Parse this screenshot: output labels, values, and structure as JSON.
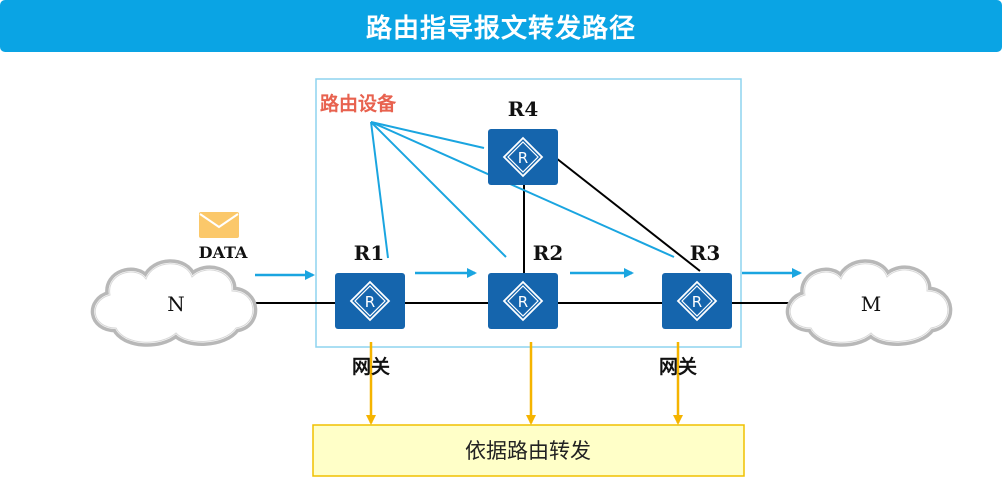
{
  "title": "路由指导报文转发路径",
  "labels": {
    "device_group": "路由设备",
    "data": "DATA",
    "gateway_left": "网关",
    "gateway_right": "网关",
    "forward_box": "依据路由转发"
  },
  "networks": {
    "left": "N",
    "right": "M"
  },
  "routers": {
    "r1": {
      "name": "R1",
      "symbol": "R"
    },
    "r2": {
      "name": "R2",
      "symbol": "R"
    },
    "r3": {
      "name": "R3",
      "symbol": "R"
    },
    "r4": {
      "name": "R4",
      "symbol": "R"
    }
  },
  "colors": {
    "title_bg": "#0aa4e4",
    "router": "#1565ad",
    "arrow_blue": "#1aa5e0",
    "arrow_yellow": "#f5b400",
    "device_label": "#e8624f",
    "box_fill": "#ffffc8",
    "box_stroke": "#f0c000",
    "group_border": "#8ed4ef",
    "envelope": "#fbc86a"
  }
}
